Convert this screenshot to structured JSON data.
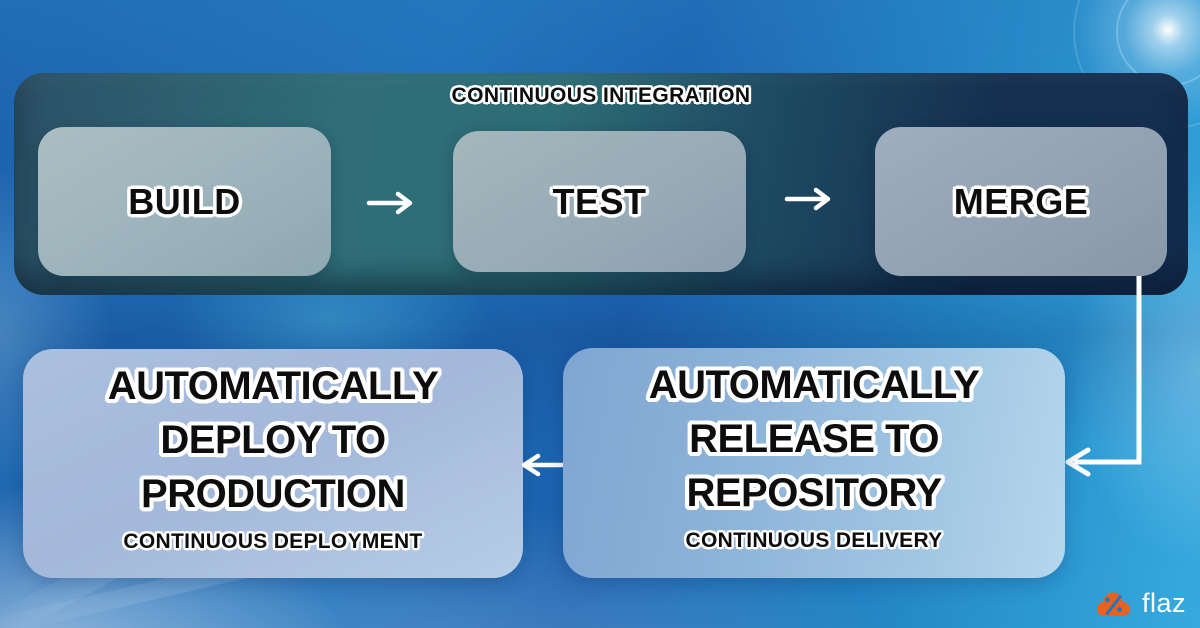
{
  "ci": {
    "title": "CONTINUOUS INTEGRATION",
    "steps": [
      "BUILD",
      "TEST",
      "MERGE"
    ]
  },
  "delivery": {
    "title_lines": [
      "AUTOMATICALLY",
      "RELEASE TO",
      "REPOSITORY"
    ],
    "subtitle": "CONTINUOUS DELIVERY"
  },
  "deployment": {
    "title_lines": [
      "AUTOMATICALLY",
      "DEPLOY TO",
      "PRODUCTION"
    ],
    "subtitle": "CONTINUOUS DEPLOYMENT"
  },
  "branding": {
    "logo_text": "flaz",
    "logo_icon": "cloud-slash-icon",
    "logo_color": "#e8611f"
  },
  "colors": {
    "background_blue": "#1c64b2",
    "panel_teal": "#2d6d75",
    "panel_navy": "#142f4f",
    "step_box_gray": "#9cadb9",
    "deploy_box_blue": "#a6bbdc",
    "release_box_blue": "#8cb0d8",
    "arrow_white": "#ffffff",
    "text_black": "#0d0d0d",
    "text_outline": "#ffffff"
  }
}
